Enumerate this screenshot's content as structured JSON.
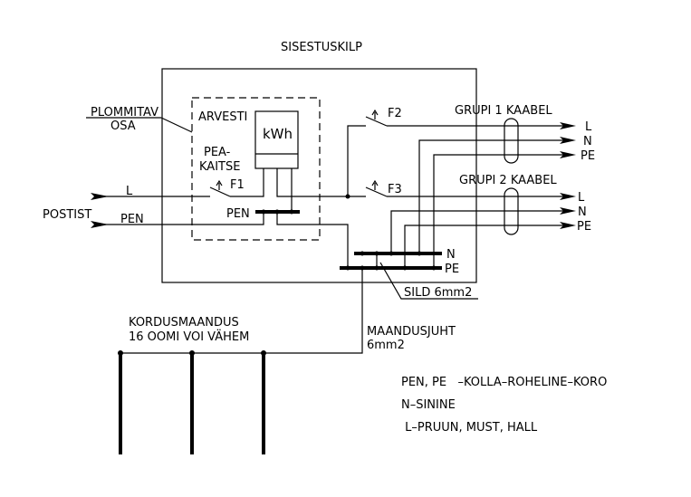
{
  "title": "SISESTUSKILP",
  "labels": {
    "sealed_part": [
      "PLOMMITAV",
      "OSA"
    ],
    "meter_section": "ARVESTI",
    "meter_unit": "kWh",
    "main_fuse": [
      "PEA-",
      "KAITSE"
    ],
    "fuse_f1": "F1",
    "fuse_f2": "F2",
    "fuse_f3": "F3",
    "meter_pen": "PEN",
    "supply_label": "POSTIST",
    "supply_l": "L",
    "supply_pen": "PEN",
    "group1_cable": "GRUPI 1 KAABEL",
    "group2_cable": "GRUPI 2 KAABEL",
    "g1_conductors": [
      "L",
      "N",
      "PE"
    ],
    "g2_conductors": [
      "L",
      "N",
      "PE"
    ],
    "bus_n": "N",
    "bus_pe": "PE",
    "bridge": "SILD 6mm2",
    "earth_conductor": [
      "MAANDUSJUHT",
      "6mm2"
    ],
    "repeat_earthing": [
      "KORDUSMAANDUS",
      "16 OOMI VOI VÄHEM"
    ]
  },
  "legend": [
    "PEN, PE   –KOLLA–ROHELINE–KORO",
    "N–SININE",
    " L–PRUUN, MUST, HALL"
  ]
}
